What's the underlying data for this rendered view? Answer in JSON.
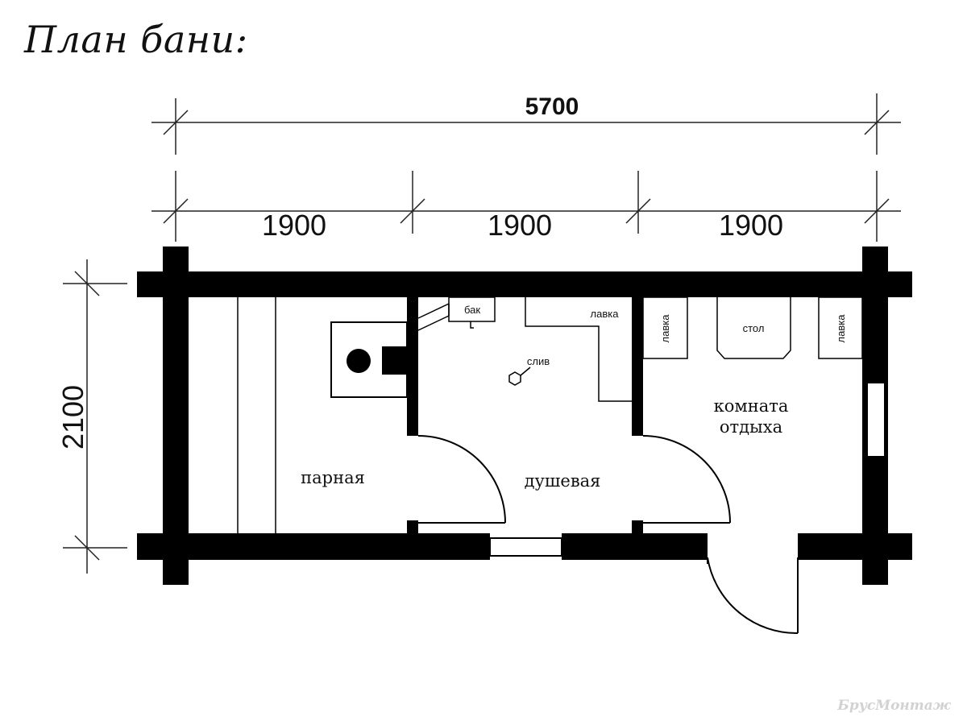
{
  "title": "План бани:",
  "dimensions": {
    "total_width": "5700",
    "segment_1": "1900",
    "segment_2": "1900",
    "segment_3": "1900",
    "height": "2100"
  },
  "rooms": {
    "steam": "парная",
    "shower": "душевая",
    "rest_line1": "комната",
    "rest_line2": "отдыха"
  },
  "fixtures": {
    "tank": "бак",
    "bench_shower": "лавка",
    "drain": "слив",
    "bench_left": "лавка",
    "table": "стол",
    "bench_right": "лавка"
  },
  "watermark": "БрусМонтаж"
}
